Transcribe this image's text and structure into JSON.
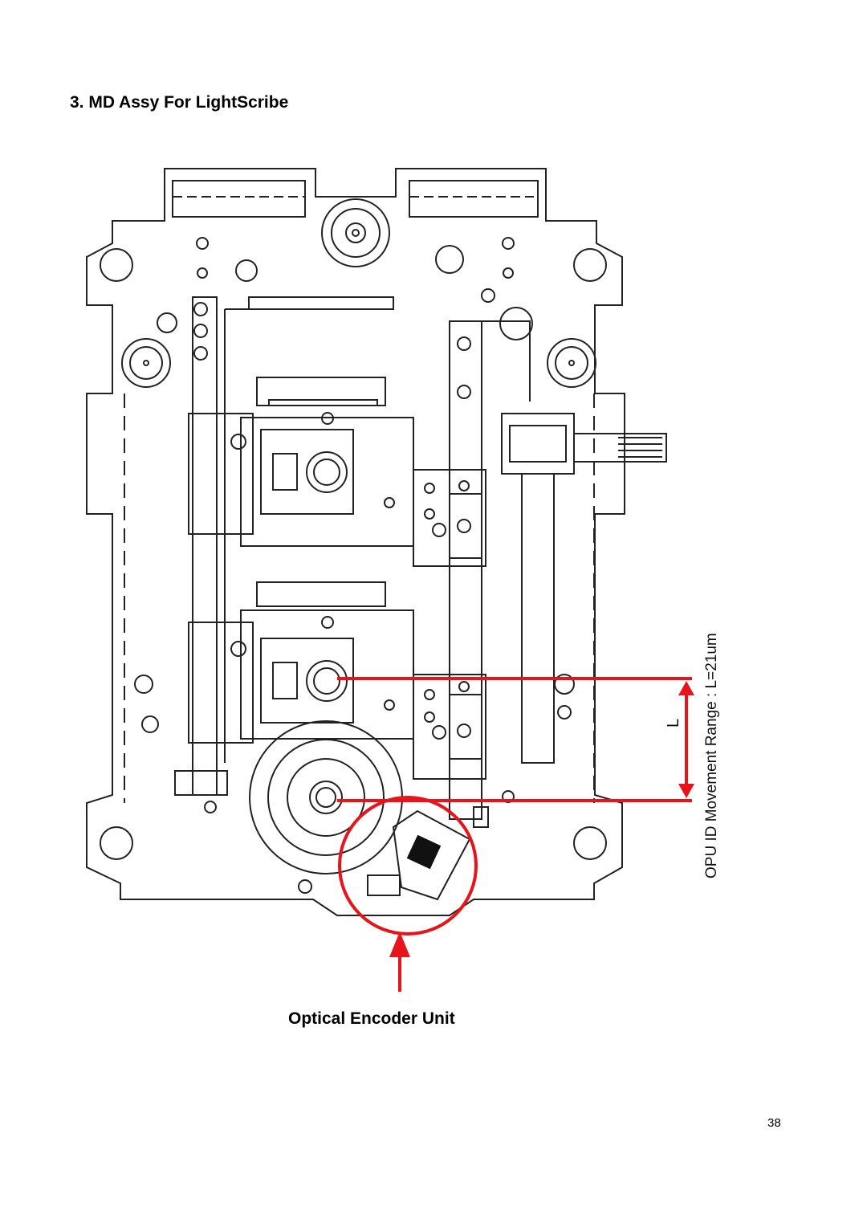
{
  "header": {
    "title": "3. MD Assy For LightScribe"
  },
  "diagram": {
    "range_label": "OPU ID Movement Range : L=21um",
    "dimension_label": "L",
    "caption": "Optical Encoder Unit",
    "annotation_color": "#e8141b"
  },
  "footer": {
    "page_number": "38"
  }
}
